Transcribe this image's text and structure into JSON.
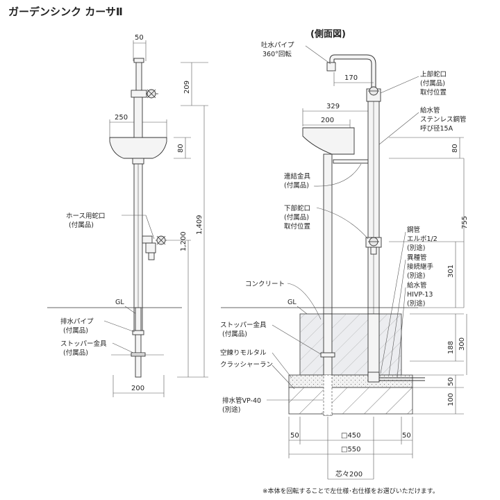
{
  "title": "ガーデンシンク カーサⅡ",
  "side_view_title": "(側面図)",
  "footnote": "※本体を回転することで左仕様･右仕様をお選びいただけます。",
  "front_view": {
    "dim_top_width": "50",
    "dim_basin_width": "250",
    "dim_bottom_width": "200",
    "dim_faucet_height": "209",
    "dim_basin_height": "80",
    "dim_hose_height": "1,200",
    "dim_total_height": "1,409",
    "label_hose_faucet_1": "ホース用蛇口",
    "label_hose_faucet_2": "(付属品)",
    "label_gl": "GL",
    "label_drain_pipe_1": "排水パイプ",
    "label_drain_pipe_2": "(付属品)",
    "label_stopper_1": "ストッパー金具",
    "label_stopper_2": "(付属品)"
  },
  "side_view": {
    "label_spout_1": "吐水パイプ",
    "label_spout_2": "360°回転",
    "dim_spout": "170",
    "dim_overall_depth": "329",
    "dim_basin_depth": "200",
    "label_upper_faucet_1": "上部蛇口",
    "label_upper_faucet_2": "(付属品)",
    "label_upper_faucet_3": "取付位置",
    "label_supply_pipe_1": "給水管",
    "label_supply_pipe_2": "ステンレス鋼管",
    "label_supply_pipe_3": "呼び径15A",
    "label_joint_1": "連結金具",
    "label_joint_2": "(付属品)",
    "label_lower_faucet_1": "下部蛇口",
    "label_lower_faucet_2": "(付属品)",
    "label_lower_faucet_3": "取付位置",
    "label_elbow_1": "鋼管",
    "label_elbow_2": "エルボ1/2",
    "label_elbow_3": "(別途)",
    "label_coupler_1": "異種管",
    "label_coupler_2": "接続継手",
    "label_coupler_3": "(別途)",
    "label_hivp_1": "給水管",
    "label_hivp_2": "HIVP-13",
    "label_hivp_3": "(別途)",
    "label_concrete": "コンクリート",
    "label_gl": "GL",
    "label_stopper_1": "ストッパー金具",
    "label_stopper_2": "(付属品)",
    "label_mortar": "空練りモルタル",
    "label_crusher": "クラッシャーラン",
    "label_drain_1": "排水管VP-40",
    "label_drain_2": "(別途)",
    "dim_80": "80",
    "dim_755": "755",
    "dim_301": "301",
    "dim_300": "300",
    "dim_188": "188",
    "dim_50": "50",
    "dim_100": "100",
    "dim_left_50": "50",
    "dim_inner_450": "□450",
    "dim_right_50": "50",
    "dim_outer_550": "□550",
    "dim_center_200": "芯々200"
  }
}
